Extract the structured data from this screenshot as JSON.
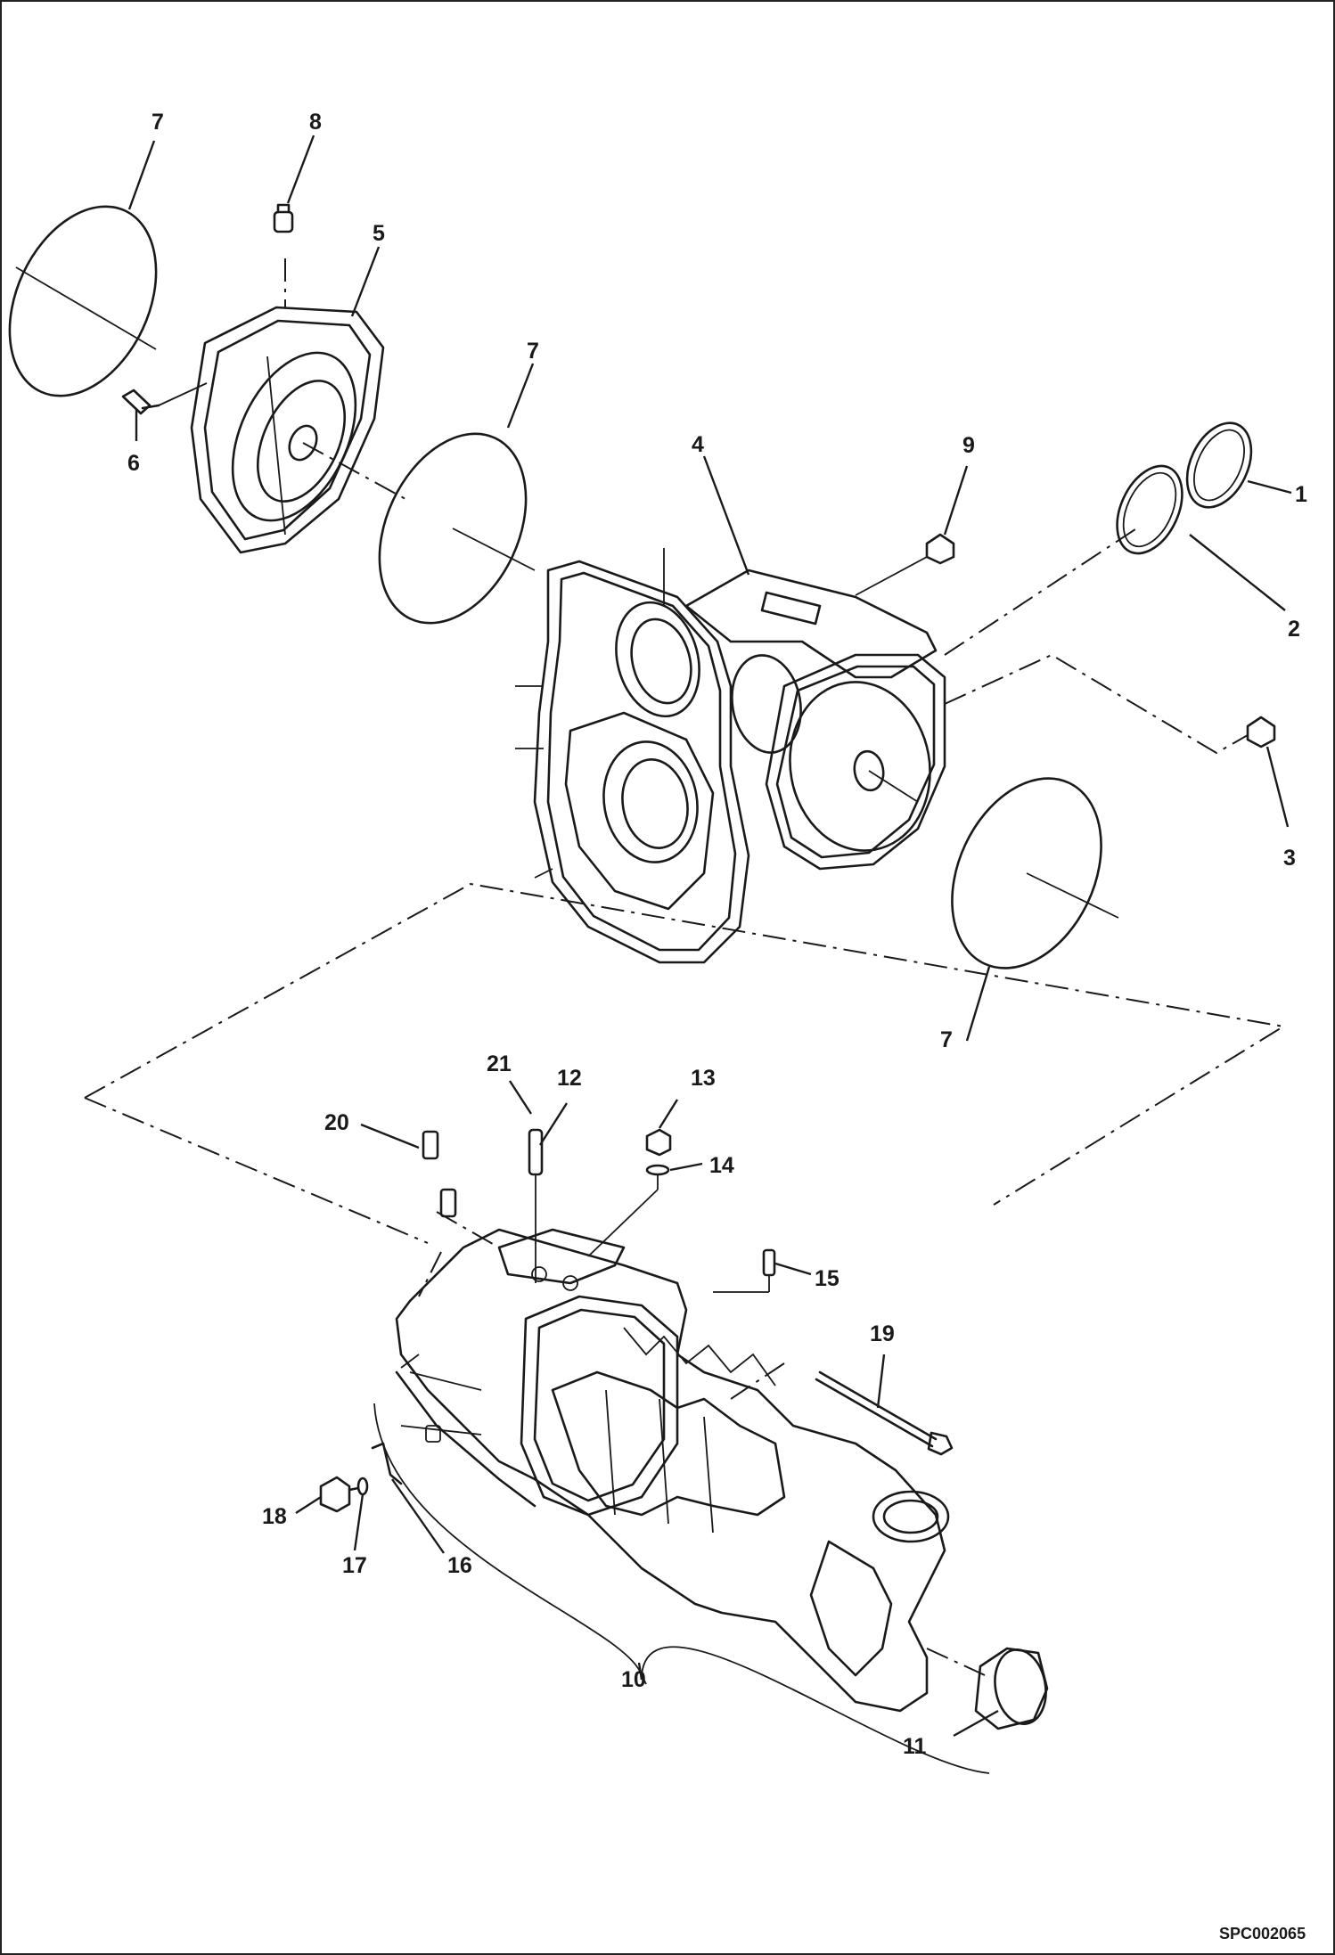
{
  "callouts": {
    "c1": "1",
    "c2": "2",
    "c3": "3",
    "c4": "4",
    "c5": "5",
    "c6": "6",
    "c7a": "7",
    "c7b": "7",
    "c7c": "7",
    "c8": "8",
    "c9": "9",
    "c10": "10",
    "c11": "11",
    "c12": "12",
    "c13": "13",
    "c14": "14",
    "c15": "15",
    "c16": "16",
    "c17": "17",
    "c18": "18",
    "c19": "19",
    "c20": "20",
    "c21": "21"
  },
  "drawing_code": "SPC002065"
}
